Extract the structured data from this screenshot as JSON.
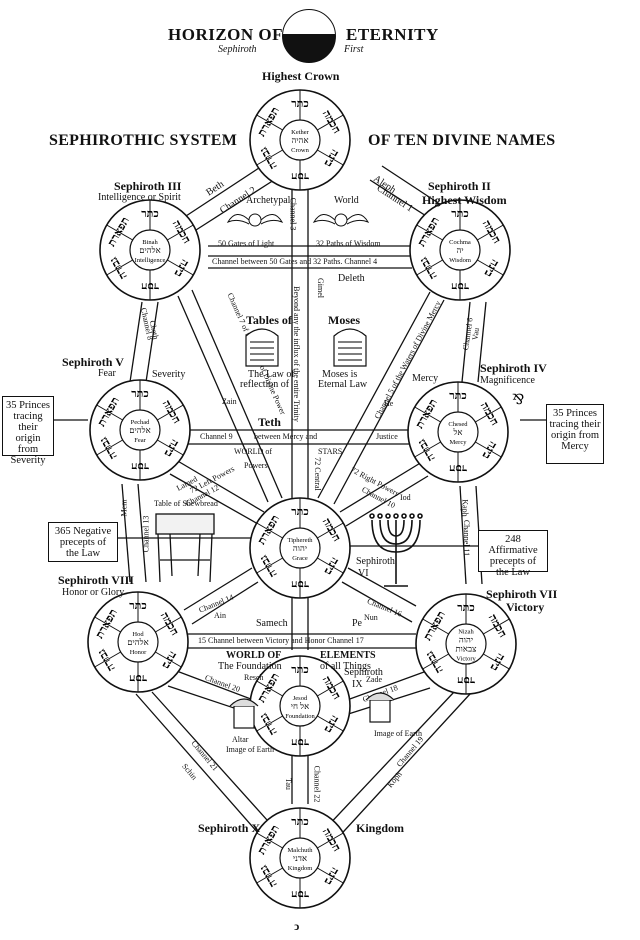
{
  "header": {
    "left": "HORIZON OF",
    "right": "ETERNITY",
    "sub_left": "Sephiroth",
    "sub_right": "First",
    "crown_caption": "Highest Crown"
  },
  "title": {
    "left": "SEPHIROTHIC SYSTEM",
    "right": "OF TEN DIVINE NAMES"
  },
  "sephiroth": [
    {
      "id": "kether",
      "inner": [
        "Kether",
        "אהיה",
        "Crown"
      ]
    },
    {
      "id": "binah",
      "inner": [
        "Binah",
        "אלהים",
        "Intelligence"
      ],
      "label": [
        "Sephiroth III",
        "Intelligence or Spirit"
      ]
    },
    {
      "id": "chochma",
      "inner": [
        "Cochma",
        "יה",
        "Wisdom"
      ],
      "label": [
        "Sephiroth II",
        "Highest Wisdom"
      ]
    },
    {
      "id": "pechad",
      "inner": [
        "Pechad",
        "אלהים",
        "Fear"
      ],
      "label": [
        "Sephiroth V",
        "Fear"
      ]
    },
    {
      "id": "chesed",
      "inner": [
        "Chesed",
        "אל",
        "Mercy"
      ],
      "label": [
        "Sephiroth IV",
        "Magnificence"
      ]
    },
    {
      "id": "tiphereth",
      "inner": [
        "Tiphereth",
        "יהוה",
        "Grace"
      ],
      "label": [
        "Sephiroth",
        "VI"
      ]
    },
    {
      "id": "hod",
      "inner": [
        "Hod",
        "אלהים",
        "Honor"
      ],
      "label": [
        "Sephiroth VIII",
        "Honor or Glory"
      ]
    },
    {
      "id": "nizah",
      "inner": [
        "Nizah",
        "יהוה",
        "צבאות",
        "Victory"
      ],
      "label": [
        "Sephiroth VII",
        "Victory"
      ]
    },
    {
      "id": "jesod",
      "inner": [
        "Jesod",
        "אל חי",
        "Foundation"
      ],
      "label": [
        "Sephiroth",
        "IX"
      ]
    },
    {
      "id": "malchuth",
      "inner": [
        "Malchuth",
        "אדני",
        "Kingdom"
      ],
      "label": [
        "Sephiroth X",
        "Kingdom"
      ]
    }
  ],
  "ring_words": [
    "כתר",
    "חכמה",
    "בינה",
    "חסד",
    "גבורה",
    "תפארת"
  ],
  "boxes": {
    "princes_left": [
      "35 Princes",
      "tracing their",
      "origin from",
      "Severity"
    ],
    "princes_right": [
      "35 Princes",
      "tracing their",
      "origin from",
      "Mercy"
    ],
    "negative": [
      "365 Negative",
      "precepts of",
      "the Law"
    ],
    "affirmative": [
      "248 Affirmative",
      "precepts of",
      "the Law"
    ]
  },
  "labels": {
    "beth": "Beth",
    "channel2": "Channel 2",
    "aleph": "Aleph",
    "channel1": "Channel 1",
    "archetypal": "Archetypal",
    "world": "World",
    "channel3": "Channel 3",
    "gates": "50 Gates of Light",
    "paths": "32 Paths of Wisdom",
    "channel_between": "Channel between 50 Gates and 32 Paths. Channel 4",
    "daleth": "Deleth",
    "gimel": "Gimel",
    "beyond": "Beyond any the influx of the entire Trinity",
    "tables_of": "Tables of",
    "moses": "Moses",
    "law_reflection": [
      "The Law of",
      "reflection of"
    ],
    "moses_eternal": [
      "Moses is",
      "Eternal Law"
    ],
    "cheth": "Cheth",
    "channel8": "Channel 8",
    "vau": "Vau",
    "channel6": "Channel 6",
    "severity": "Severity",
    "mercy": "Mercy",
    "zain": "Zain",
    "he": "He",
    "ch7": "Channel 7 of the Source of Divine Power",
    "ch5": "Channel 5 of the Waters of Divine Mercy",
    "teth": "Teth",
    "channel9": "Channel 9",
    "between": "between Mercy and",
    "justice": "Justice",
    "world_of": "WORLD of",
    "stars": "STARS",
    "powers": "Powers",
    "central72": "72 Central",
    "left72": "72 Left Powers",
    "right72": "72 Right Powers",
    "lamed": "Lamed",
    "channel12": "Channel 12",
    "channel10": "Channel 10",
    "iod": "Iod",
    "ch11": "Channel 11",
    "kaph": "Kaph",
    "mem": "Mem",
    "channel13": "Channel 13",
    "shewbread": "Table of Shewbread",
    "channel14": "Channel 14",
    "ain": "Ain",
    "channel16": "Channel 16",
    "nun": "Nun",
    "samech": "Samech",
    "pe": "Pe",
    "ch15": "15 Channel between Victory and Honor  Channel 17",
    "world_of2": "WORLD OF",
    "foundation": "The Foundation",
    "elements": "ELEMENTS",
    "all_things": "of all Things",
    "resch": "Resch",
    "channel20": "Channel 20",
    "zade": "Zade",
    "channel18": "Channel 18",
    "altar": "Altar",
    "image_earth": "Image of Earth",
    "image_earth2": "Image of Earth",
    "channel21": "Channel 21",
    "schin": "Schin",
    "koph": "Koph",
    "channel19": "Channel 19",
    "tau": "Tau",
    "channel22": "Channel 22",
    "footer_glyph": "ↄ"
  }
}
